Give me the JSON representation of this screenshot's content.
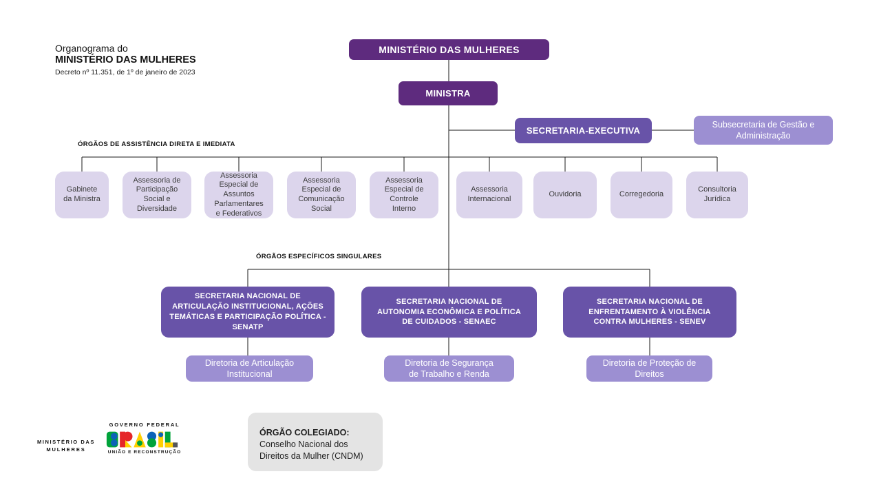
{
  "colors": {
    "dark_purple": "#5E2B7E",
    "medium_purple": "#6853A8",
    "soft_purple": "#9C8FD2",
    "lavender": "#DCD5EC",
    "gray_box": "#E4E4E4",
    "line": "#1a1a1a",
    "logo_green": "#00A33B",
    "logo_yellow": "#FFD000",
    "logo_blue": "#0C63B8",
    "logo_red": "#E52629"
  },
  "header": {
    "title_line1": "Organograma do",
    "title_line2": "MINISTÉRIO DAS MULHERES",
    "subtitle": "Decreto nº 11.351, de 1º de janeiro de 2023"
  },
  "root": {
    "label": "MINISTÉRIO DAS MULHERES"
  },
  "ministra": {
    "label": "MINISTRA"
  },
  "secretaria_executiva": {
    "label": "SECRETARIA-EXECUTIVA"
  },
  "subsecretaria": {
    "label": "Subsecretaria de Gestão e\nAdministração"
  },
  "assistencia": {
    "section_label": "ÓRGÃOS DE ASSISTÊNCIA DIRETA E IMEDIATA",
    "boxes": [
      "Gabinete\nda Ministra",
      "Assessoria de\nParticipação\nSocial e\nDiversidade",
      "Assessoria\nEspecial de\nAssuntos\nParlamentares\ne Federativos",
      "Assessoria\nEspecial de\nComunicação\nSocial",
      "Assessoria\nEspecial de\nControle\nInterno",
      "Assessoria\nInternacional",
      "Ouvidoria",
      "Corregedoria",
      "Consultoria\nJurídica"
    ]
  },
  "especificos": {
    "section_label": "ÓRGÃOS ESPECÍFICOS SINGULARES",
    "secretarias": [
      "SECRETARIA NACIONAL DE\nARTICULAÇÃO INSTITUCIONAL, AÇÕES\nTEMÁTICAS E PARTICIPAÇÃO POLÍTICA -\nSENATP",
      "SECRETARIA NACIONAL DE\nAUTONOMIA ECONÔMICA E POLÍTICA\nDE CUIDADOS - SENAEC",
      "SECRETARIA NACIONAL DE\nENFRENTAMENTO À VIOLÊNCIA\nCONTRA MULHERES - SENEV"
    ],
    "diretorias": [
      "Diretoria de Articulação\nInstitucional",
      "Diretoria de Segurança\nde Trabalho e Renda",
      "Diretoria de Proteção de\nDireitos"
    ]
  },
  "footer": {
    "ministry_line1": "MINISTÉRIO DAS",
    "ministry_line2": "MULHERES",
    "gov_header": "GOVERNO FEDERAL",
    "gov_wordmark": "BRASIL",
    "gov_tagline": "UNIÃO E RECONSTRUÇÃO",
    "colegiado": {
      "title": "ÓRGÃO COLEGIADO:",
      "body": "Conselho Nacional dos\nDireitos da Mulher (CNDM)"
    }
  }
}
